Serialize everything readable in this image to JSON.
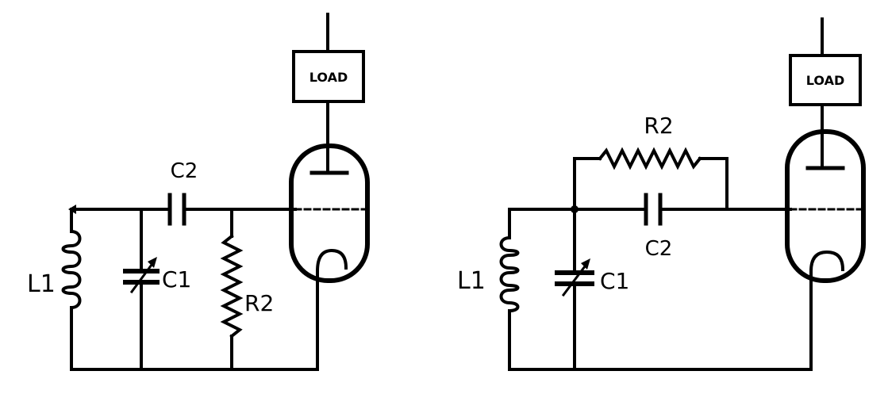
{
  "left_circuit": {
    "load_label": "LOAD",
    "c2_label": "C2",
    "c1_label": "C1",
    "l1_label": "L1",
    "r2_label": "R2"
  },
  "right_circuit": {
    "load_label": "LOAD",
    "c2_label": "C2",
    "c1_label": "C1",
    "l1_label": "L1",
    "r2_label": "R2"
  }
}
